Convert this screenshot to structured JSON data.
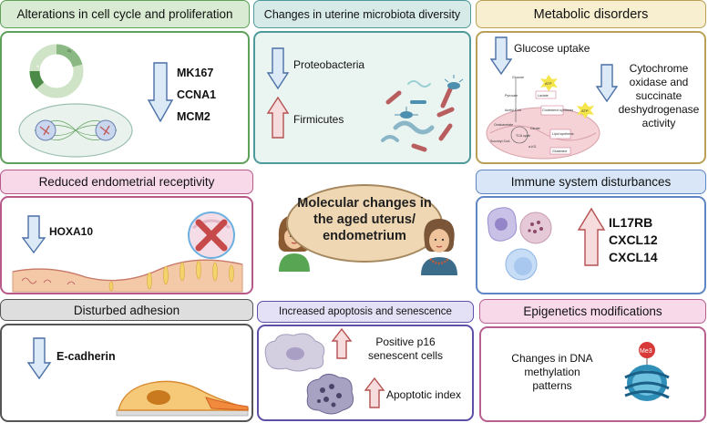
{
  "center": {
    "title": "Molecular changes in the aged uterus/ endometrium"
  },
  "panels": {
    "cell_cycle": {
      "title": "Alterations in cell cycle and proliferation",
      "genes": [
        "MK167",
        "CCNA1",
        "MCM2"
      ],
      "color": "#5fa05b"
    },
    "microbiota": {
      "title": "Changes in uterine microbiota diversity",
      "down_label": "Proteobacteria",
      "up_label": "Firmicutes",
      "color": "#4f9a9a"
    },
    "metabolic": {
      "title": "Metabolic disorders",
      "down1_label": "Glucose uptake",
      "down2_label": "Cytochrome oxidase and succinate deshydrogenase activity",
      "diagram_labels": {
        "glucose": "Glucose",
        "pyruvate": "Pyruvate",
        "lactate": "Lactate",
        "acetyl": "Acetyl-CoA",
        "cholesterol": "Cholesterol synthesis",
        "oxaloacetate": "Oxaloacetate",
        "citrate": "Citrate",
        "lipid": "Lipid synthesis",
        "tca": "TCA cycle",
        "succinyl": "Succinyl-CoA",
        "akg": "α-KG",
        "glutamine": "Glutamine",
        "atp": "ATP"
      },
      "color": "#b9a055"
    },
    "receptivity": {
      "title": "Reduced endometrial receptivity",
      "gene": "HOXA10",
      "color": "#b75a8a"
    },
    "immune": {
      "title": "Immune system disturbances",
      "genes": [
        "IL17RB",
        "CXCL12",
        "CXCL14"
      ],
      "color": "#5f86c4"
    },
    "adhesion": {
      "title": "Disturbed adhesion",
      "gene": "E-cadherin",
      "color": "#555555"
    },
    "apoptosis": {
      "title": "Increased apoptosis and senescence",
      "up1_label": "Positive p16 senescent cells",
      "up2_label": "Apoptotic index",
      "color": "#5e4fa8"
    },
    "epigenetics": {
      "title": "Epigenetics modifications",
      "label": "Changes in DNA methylation patterns",
      "marker": "Me3",
      "color": "#b7608f"
    }
  }
}
